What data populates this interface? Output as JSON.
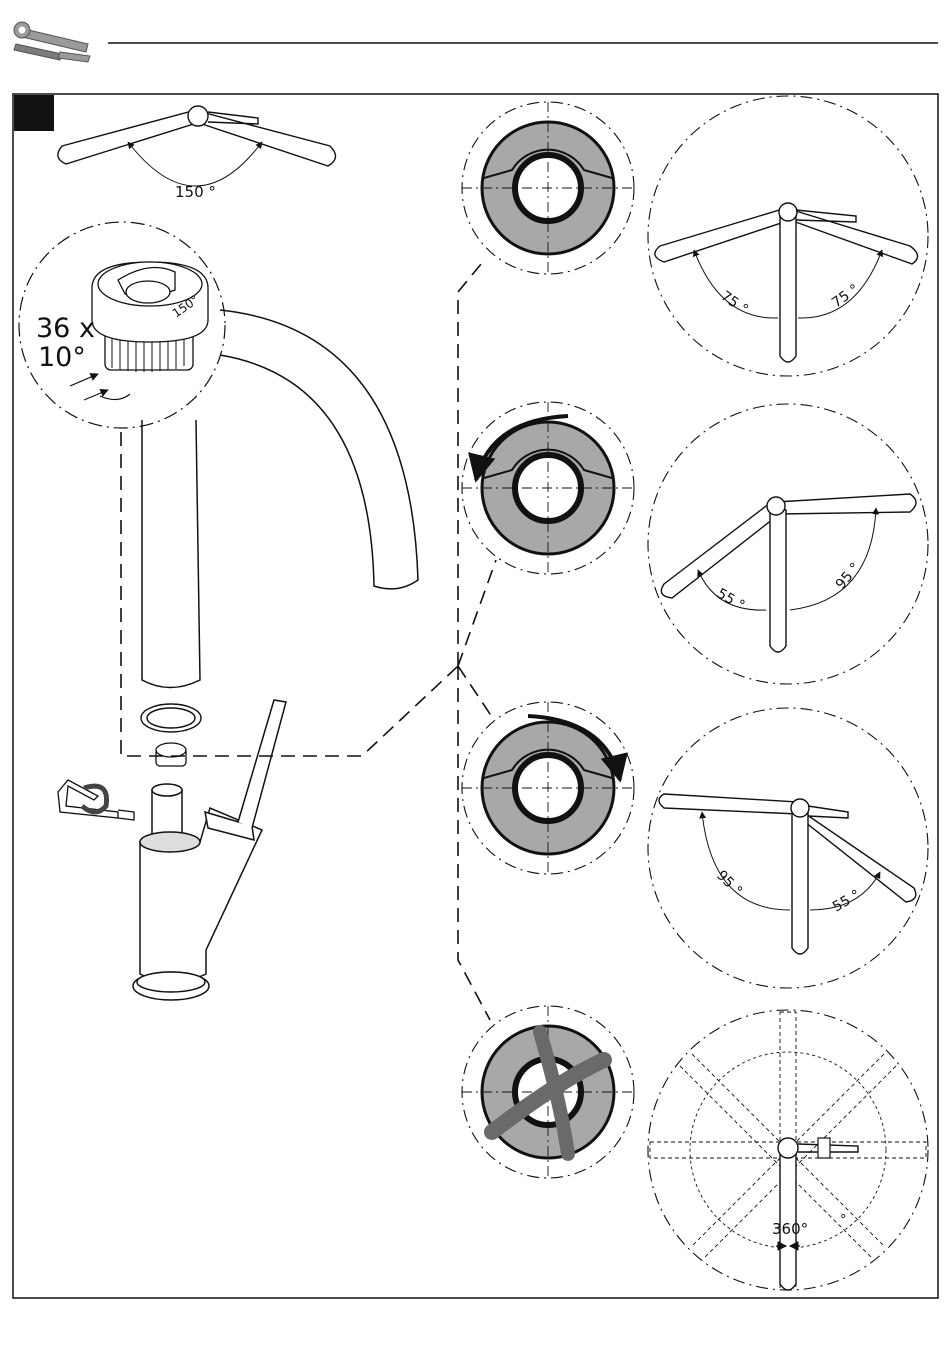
{
  "step": {
    "top_angle": "150 °",
    "cap_angle": "150°",
    "rotation_count": "36 x",
    "rotation_step": "10°"
  },
  "configurations": [
    {
      "left_angle": "75 °",
      "right_angle": "75 °"
    },
    {
      "left_angle": "55 °",
      "right_angle": "95 °"
    },
    {
      "left_angle": "95 °",
      "right_angle": "55 °"
    },
    {
      "full_angle": "360°",
      "mark": "°"
    }
  ],
  "colors": {
    "line": "#1a1a1a",
    "fill_gray": "#a8a8a8",
    "dark_gray": "#6a6a6a",
    "step_box": "#111111"
  }
}
